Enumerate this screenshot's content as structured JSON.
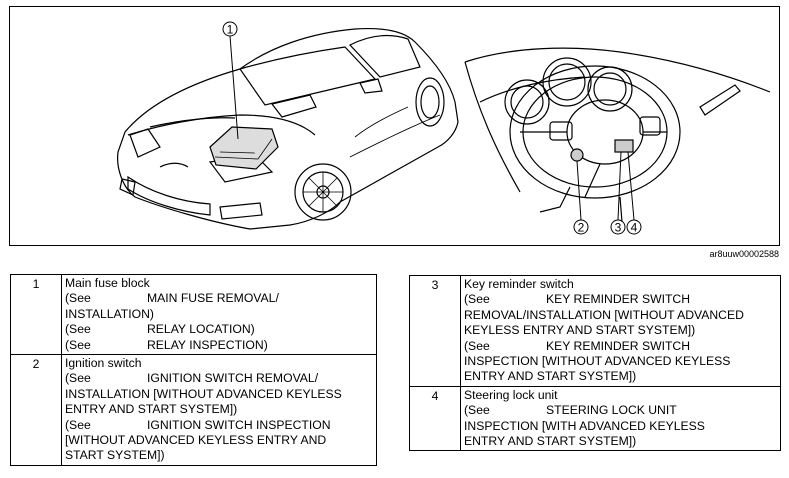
{
  "figure": {
    "callouts": [
      "1",
      "2",
      "3",
      "4"
    ],
    "figure_id": "ar8uuw00002588"
  },
  "legend": [
    {
      "num": "1",
      "title": "Main fuse block",
      "refs": [
        {
          "see": "(See",
          "text": "MAIN FUSE REMOVAL/"
        },
        {
          "see": "",
          "text": "INSTALLATION)"
        },
        {
          "see": "(See",
          "text": "RELAY LOCATION)"
        },
        {
          "see": "(See",
          "text": "RELAY INSPECTION)"
        }
      ]
    },
    {
      "num": "2",
      "title": "Ignition switch",
      "refs": [
        {
          "see": "(See",
          "text": "IGNITION SWITCH REMOVAL/"
        },
        {
          "see": "",
          "text": "INSTALLATION [WITHOUT ADVANCED KEYLESS"
        },
        {
          "see": "",
          "text": "ENTRY AND START SYSTEM])"
        },
        {
          "see": "(See",
          "text": "IGNITION SWITCH INSPECTION"
        },
        {
          "see": "",
          "text": "[WITHOUT ADVANCED KEYLESS ENTRY AND"
        },
        {
          "see": "",
          "text": "START SYSTEM])"
        }
      ]
    },
    {
      "num": "3",
      "title": "Key reminder switch",
      "refs": [
        {
          "see": "(See",
          "text": "KEY REMINDER SWITCH"
        },
        {
          "see": "",
          "text": "REMOVAL/INSTALLATION [WITHOUT ADVANCED"
        },
        {
          "see": "",
          "text": "KEYLESS ENTRY AND START SYSTEM])"
        },
        {
          "see": "(See",
          "text": "KEY REMINDER SWITCH"
        },
        {
          "see": "",
          "text": "INSPECTION [WITHOUT ADVANCED KEYLESS"
        },
        {
          "see": "",
          "text": "ENTRY AND START SYSTEM])"
        }
      ]
    },
    {
      "num": "4",
      "title": "Steering lock unit",
      "refs": [
        {
          "see": "(See",
          "text": "STEERING LOCK UNIT"
        },
        {
          "see": "",
          "text": "INSPECTION [WITH ADVANCED KEYLESS"
        },
        {
          "see": "",
          "text": "ENTRY AND START SYSTEM])"
        }
      ]
    }
  ]
}
